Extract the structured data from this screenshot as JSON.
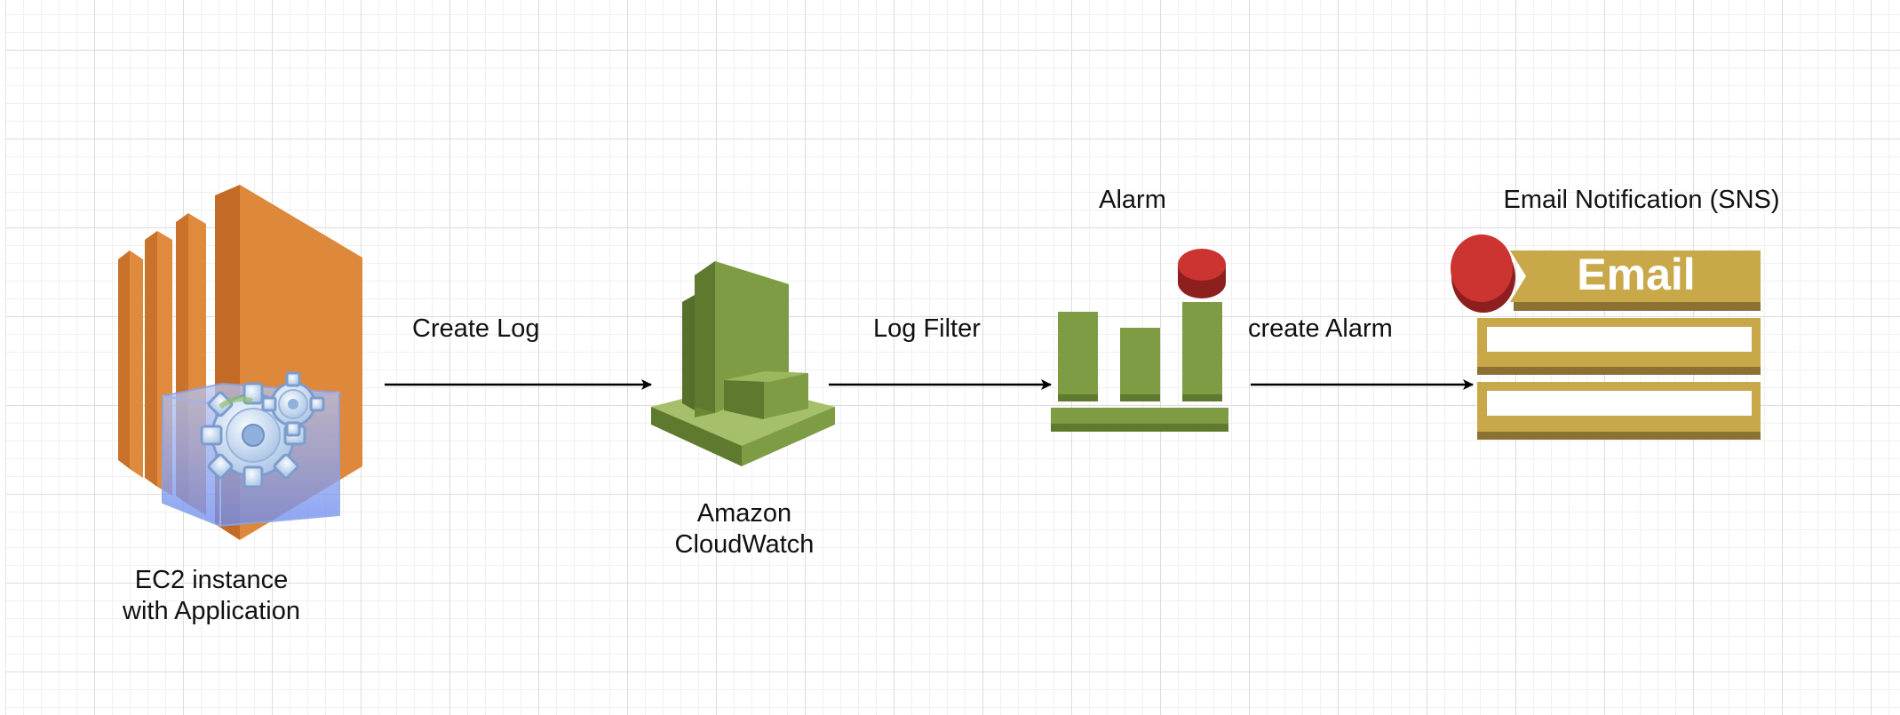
{
  "diagram": {
    "nodes": {
      "ec2": {
        "label_line1": "EC2 instance",
        "label_line2": "with Application",
        "icon": "ec2-instance-icon"
      },
      "cloudwatch": {
        "label_line1": "Amazon",
        "label_line2": "CloudWatch",
        "icon": "cloudwatch-icon"
      },
      "alarm": {
        "label": "Alarm",
        "icon": "alarm-icon"
      },
      "sns": {
        "label": "Email Notification (SNS)",
        "icon": "email-notification-icon",
        "badge_text": "Email"
      }
    },
    "edges": [
      {
        "from": "ec2",
        "to": "cloudwatch",
        "label": "Create Log"
      },
      {
        "from": "cloudwatch",
        "to": "alarm",
        "label": "Log Filter"
      },
      {
        "from": "alarm",
        "to": "sns",
        "label": "create Alarm"
      }
    ]
  },
  "colors": {
    "ec2_orange": "#d9853b",
    "cloudwatch_green": "#7d9c43",
    "email_gold": "#c9a84a",
    "alarm_red": "#c7302e",
    "arrow": "#000000"
  }
}
